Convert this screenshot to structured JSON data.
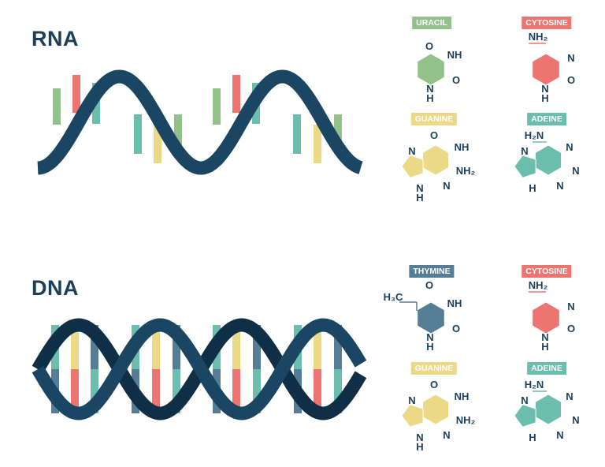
{
  "colors": {
    "backbone": "#1a4663",
    "backbone_dark": "#0f2f46",
    "uracil": "#92c28a",
    "cytosine": "#ec7571",
    "guanine": "#ecd987",
    "adenine": "#6bbdae",
    "thymine": "#557d96",
    "text": "#1b3f5a"
  },
  "rna": {
    "title": "RNA"
  },
  "dna": {
    "title": "DNA"
  },
  "molecules": {
    "rna": [
      {
        "name": "URACIL",
        "base": "uracil",
        "atoms": [
          "O",
          "NH",
          "N",
          "H",
          "O"
        ]
      },
      {
        "name": "CYTOSINE",
        "base": "cytosine",
        "atoms": [
          "NH₂",
          "N",
          "N",
          "H",
          "O"
        ]
      },
      {
        "name": "GUANINE",
        "base": "guanine",
        "atoms": [
          "O",
          "NH",
          "N",
          "NH₂",
          "N",
          "N",
          "H"
        ]
      },
      {
        "name": "ADEINE",
        "base": "adenine",
        "atoms": [
          "H₂N",
          "N",
          "N",
          "N",
          "N",
          "H"
        ]
      }
    ],
    "dna": [
      {
        "name": "THYMINE",
        "base": "thymine",
        "atoms": [
          "O",
          "H₃C",
          "NH",
          "N",
          "H",
          "O"
        ]
      },
      {
        "name": "CYTOSINE",
        "base": "cytosine",
        "atoms": [
          "NH₂",
          "N",
          "N",
          "H",
          "O"
        ]
      },
      {
        "name": "GUANINE",
        "base": "guanine",
        "atoms": [
          "O",
          "NH",
          "N",
          "NH₂",
          "N",
          "N",
          "H"
        ]
      },
      {
        "name": "ADEINE",
        "base": "adenine",
        "atoms": [
          "H₂N",
          "N",
          "N",
          "N",
          "N",
          "H"
        ]
      }
    ]
  }
}
